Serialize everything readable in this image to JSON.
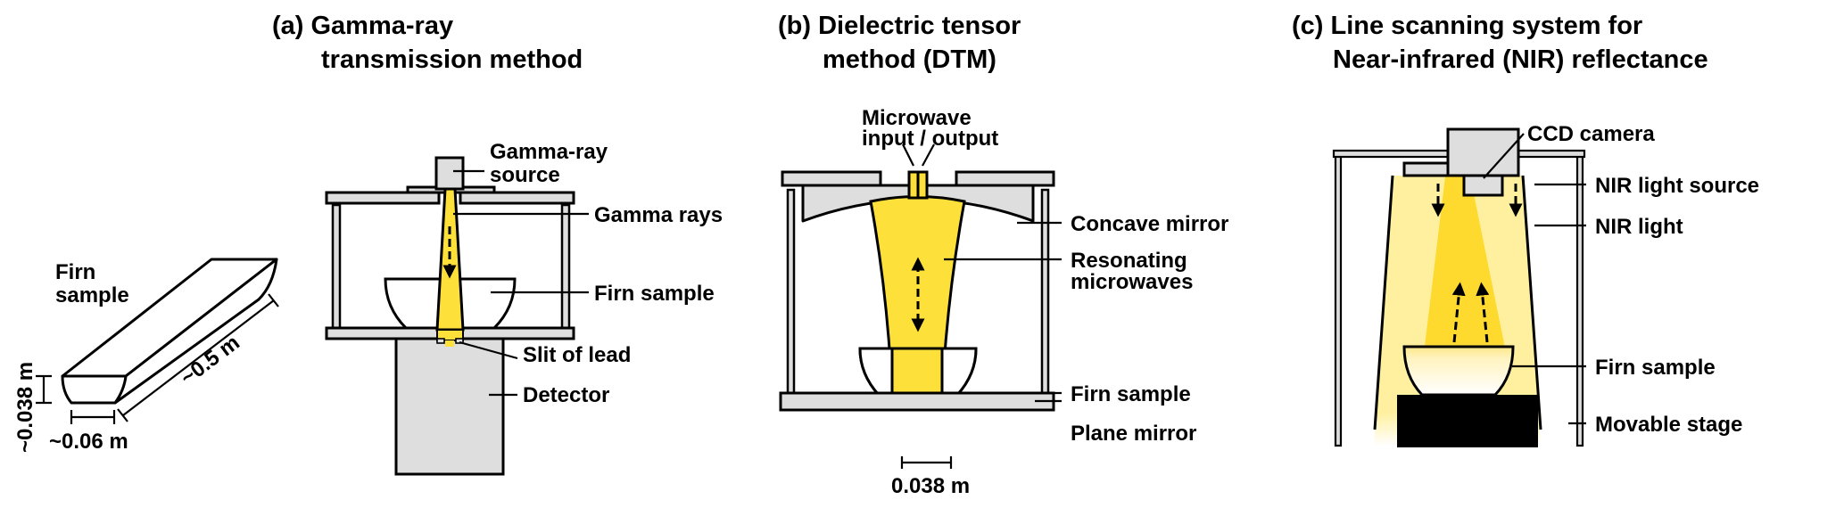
{
  "panels": {
    "a": {
      "title_line1": "(a) Gamma-ray",
      "title_line2": "transmission method",
      "sample_label_line1": "Firn",
      "sample_label_line2": "sample",
      "dim_height": "~0.038 m",
      "dim_width": "~0.06 m",
      "dim_length": "~0.5 m",
      "labels": {
        "source_line1": "Gamma-ray",
        "source_line2": "source",
        "rays": "Gamma rays",
        "sample": "Firn sample",
        "slit": "Slit of lead",
        "detector": "Detector"
      }
    },
    "b": {
      "title_line1": "(b) Dielectric tensor",
      "title_line2": "method (DTM)",
      "labels": {
        "io_line1": "Microwave",
        "io_line2": "input / output",
        "concave": "Concave mirror",
        "resonating_line1": "Resonating",
        "resonating_line2": "microwaves",
        "sample": "Firn sample",
        "plane": "Plane mirror"
      },
      "scale_bar": "0.038 m"
    },
    "c": {
      "title_line1": "(c) Line scanning system for",
      "title_line2": "Near-infrared (NIR) reflectance",
      "labels": {
        "camera": "CCD camera",
        "light_source": "NIR light source",
        "light": "NIR light",
        "sample": "Firn sample",
        "stage": "Movable stage"
      }
    }
  },
  "colors": {
    "beam_yellow": "#fde03a",
    "light_pale": "#fff0a0",
    "light_core": "#fed92e",
    "component_grey": "#dedede",
    "stage_black": "#000000"
  }
}
